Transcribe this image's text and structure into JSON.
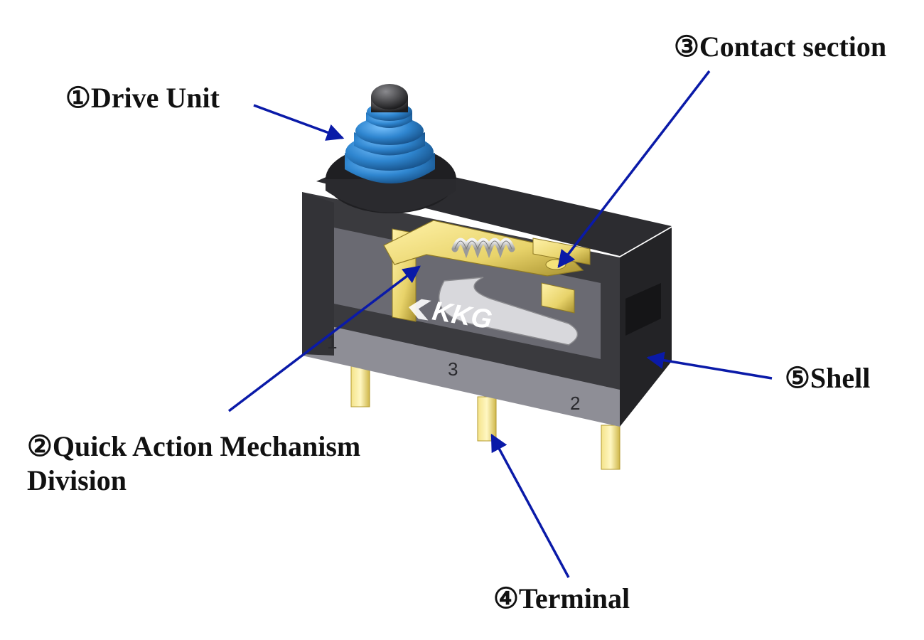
{
  "labels": {
    "drive_unit": "①Drive Unit",
    "contact_section": "③Contact section",
    "quick_action_line1": "②Quick Action Mechanism",
    "quick_action_line2": "Division",
    "shell": "⑤Shell",
    "terminal": "④Terminal"
  },
  "housing_marks": {
    "terminal_1": "1",
    "terminal_3": "3",
    "terminal_2": "2",
    "brand_logo": "KKG"
  },
  "colors": {
    "arrow": "#0a1aa8",
    "housing": "#3a3a3e",
    "actuator": "#2f86d0",
    "brass": "#e8d36a",
    "text": "#111111"
  },
  "icons": {
    "brand": "kkg-logo-icon"
  }
}
